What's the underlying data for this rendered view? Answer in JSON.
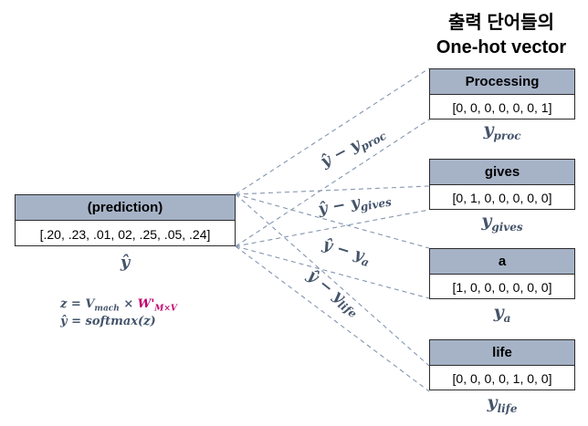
{
  "title": {
    "line1": "출력 단어들의",
    "line2": "One-hot vector"
  },
  "prediction": {
    "header": "(prediction)",
    "values": "[.20, .23, .01, 02, .25, .05, .24]",
    "label": "ŷ"
  },
  "formulas": {
    "eq1_lhs": "z = ",
    "eq1_v": "V",
    "eq1_v_sub": "mach",
    "eq1_times": " × ",
    "eq1_w": "W'",
    "eq1_w_sub": "M×V",
    "eq2": "ŷ = softmax(z)"
  },
  "words": [
    {
      "header": "Processing",
      "vector": "[0, 0, 0, 0, 0, 0, 1]",
      "label_main": "y",
      "label_sub": "proc"
    },
    {
      "header": "gives",
      "vector": "[0, 1, 0, 0, 0, 0, 0]",
      "label_main": "y",
      "label_sub": "gives"
    },
    {
      "header": "a",
      "vector": "[1, 0, 0, 0, 0, 0, 0]",
      "label_main": "y",
      "label_sub": "a"
    },
    {
      "header": "life",
      "vector": "[0, 0, 0, 0, 1, 0, 0]",
      "label_main": "y",
      "label_sub": "life"
    }
  ],
  "differences": [
    {
      "lhs": "ŷ − y",
      "sub": "proc"
    },
    {
      "lhs": "ŷ − y",
      "sub": "gives"
    },
    {
      "lhs": "ŷ − y",
      "sub": "a"
    },
    {
      "lhs": "ŷ − y",
      "sub": "life"
    }
  ],
  "colors": {
    "header_fill": "#a6b3c7",
    "math_text": "#44546a",
    "highlight": "#c00070",
    "dashed_line": "#8496b0"
  }
}
